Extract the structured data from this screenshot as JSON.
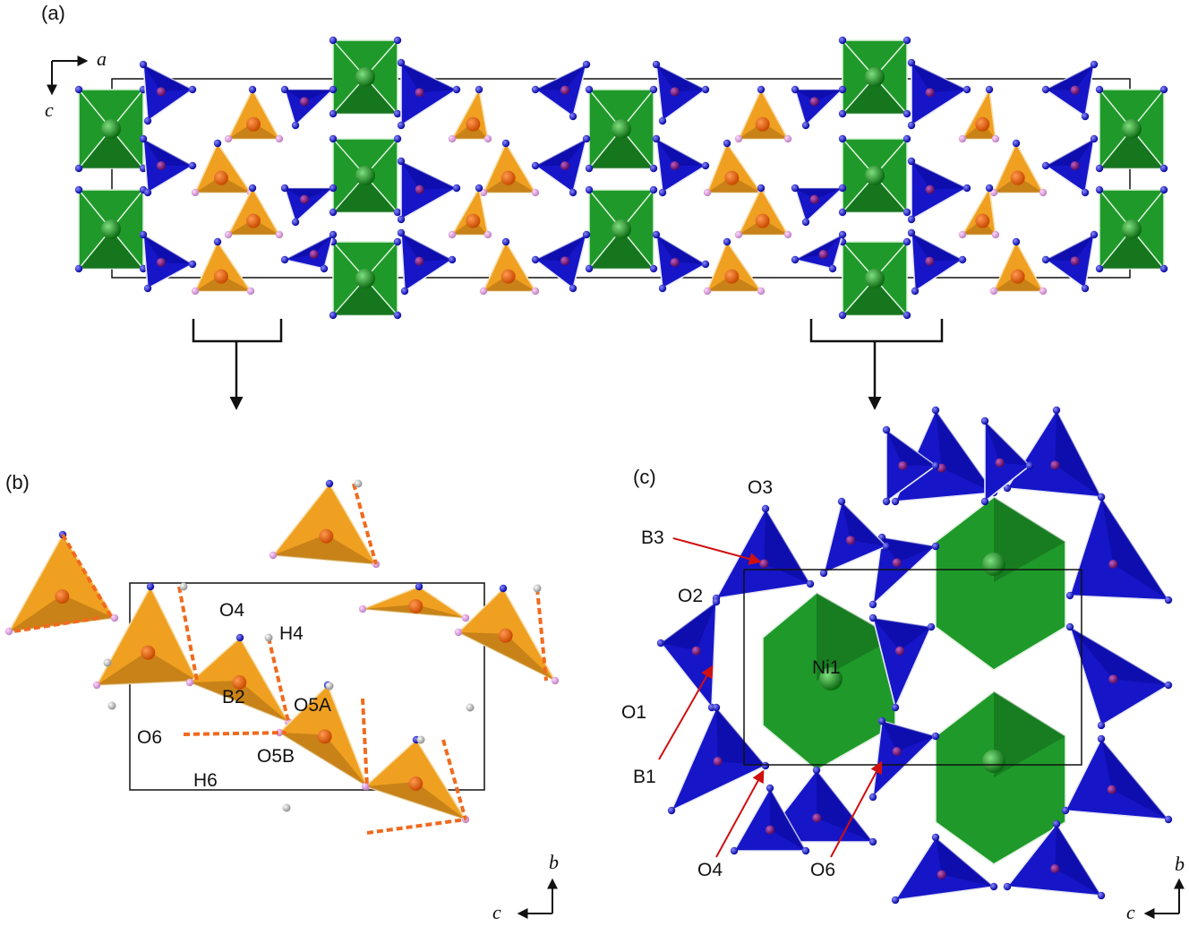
{
  "panels": {
    "a": {
      "label": "(a)",
      "axis_right": "a",
      "axis_down": "c"
    },
    "b": {
      "label": "(b)",
      "axis_up": "b",
      "axis_left": "c",
      "atoms": {
        "O4": "O4",
        "H4": "H4",
        "B2": "B2",
        "O5A": "O5A",
        "O6": "O6",
        "O5B": "O5B",
        "H6": "H6"
      }
    },
    "c": {
      "label": "(c)",
      "axis_up": "b",
      "axis_left": "c",
      "atoms": {
        "O3": "O3",
        "B3": "B3",
        "O2": "O2",
        "Ni1": "Ni1",
        "O1": "O1",
        "B1": "B1",
        "O4": "O4",
        "O6": "O6"
      }
    }
  },
  "colors": {
    "nickel_octahedron": "#1f9a2a",
    "borate_tetrahedron_blue": "#1616c8",
    "borate_tetrahedron_orange": "#f0a020",
    "oxygen": "#0a0ad0",
    "boron": "#7a1a7a",
    "hydrogen": "#d8d8d8",
    "hbond": "#f06a1e",
    "callout_arrow": "#d01010"
  },
  "icons": [
    "crystal-structure-polyhedra",
    "callout-arrow"
  ]
}
